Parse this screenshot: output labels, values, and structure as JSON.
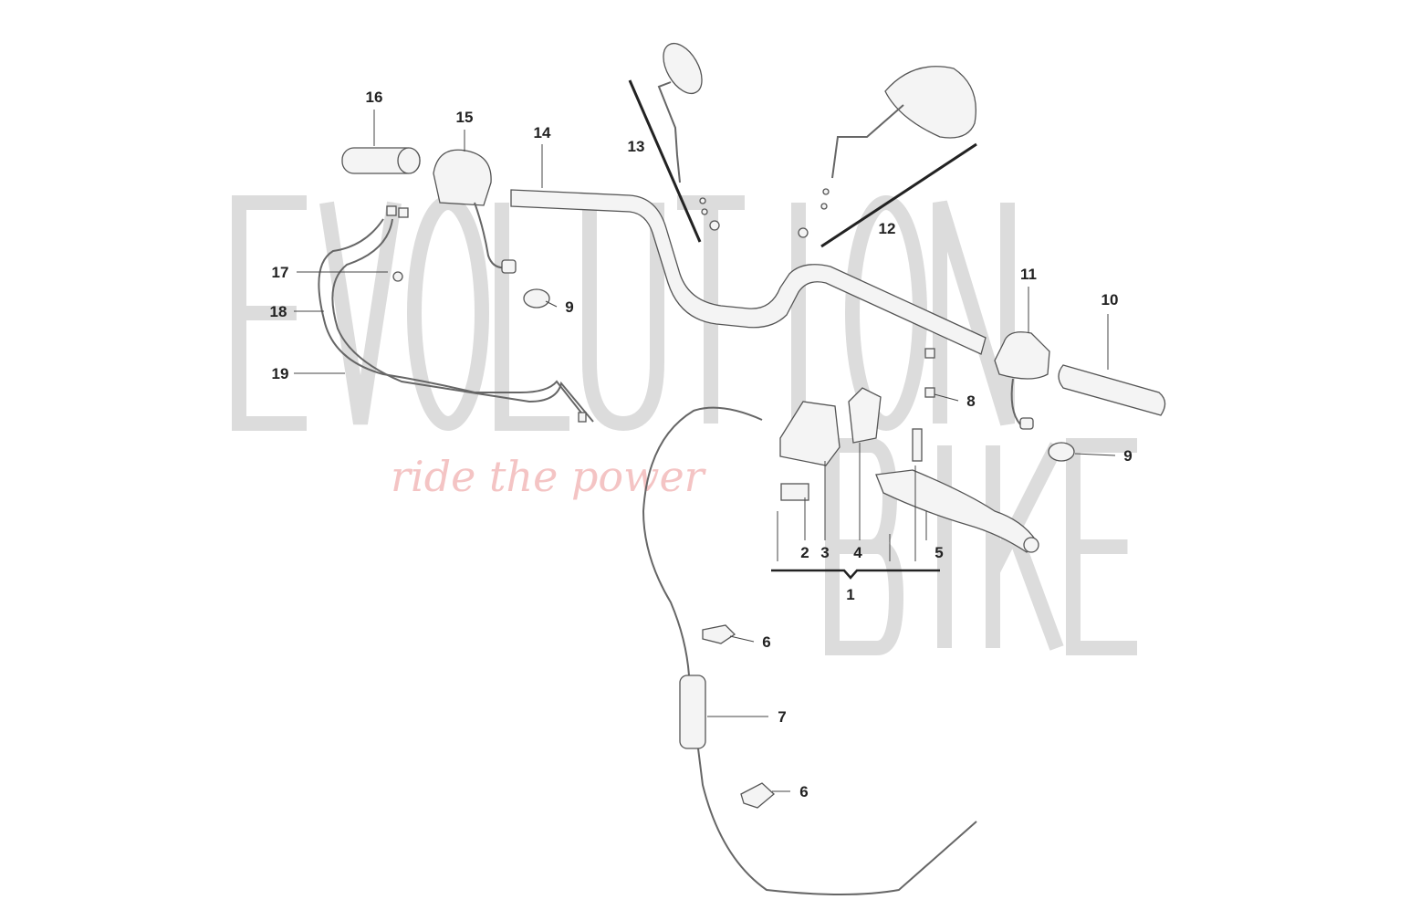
{
  "watermark": {
    "brand_top": "EVOLUTION",
    "tagline": "ride the power",
    "brand_bottom": "BIKE"
  },
  "labels": [
    {
      "id": "16",
      "text": "16"
    },
    {
      "id": "15",
      "text": "15"
    },
    {
      "id": "14",
      "text": "14"
    },
    {
      "id": "13",
      "text": "13"
    },
    {
      "id": "12",
      "text": "12"
    },
    {
      "id": "11",
      "text": "11"
    },
    {
      "id": "10",
      "text": "10"
    },
    {
      "id": "17",
      "text": "17"
    },
    {
      "id": "18",
      "text": "18"
    },
    {
      "id": "9a",
      "text": "9"
    },
    {
      "id": "19",
      "text": "19"
    },
    {
      "id": "8",
      "text": "8"
    },
    {
      "id": "9b",
      "text": "9"
    },
    {
      "id": "2",
      "text": "2"
    },
    {
      "id": "3",
      "text": "3"
    },
    {
      "id": "4",
      "text": "4"
    },
    {
      "id": "5",
      "text": "5"
    },
    {
      "id": "1",
      "text": "1"
    },
    {
      "id": "6a",
      "text": "6"
    },
    {
      "id": "7",
      "text": "7"
    },
    {
      "id": "6b",
      "text": "6"
    }
  ]
}
